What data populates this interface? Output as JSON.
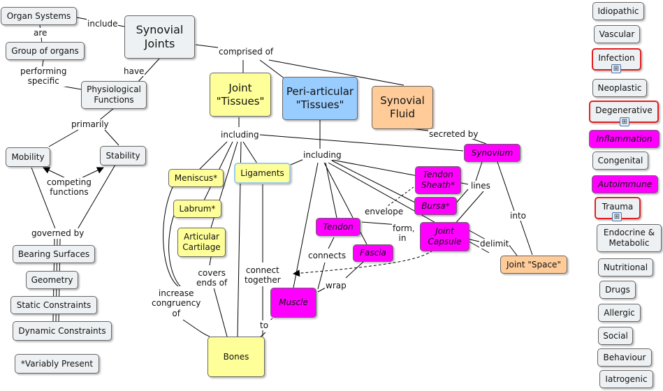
{
  "nodes": {
    "organ_systems": "Organ Systems",
    "group_of_organs": "Group of organs",
    "synovial_joints": "Synovial\nJoints",
    "physiological_functions": "Physiological\nFunctions",
    "mobility": "Mobility",
    "stability": "Stability",
    "joint_tissues": "Joint\n\"Tissues\"",
    "periarticular_tissues": "Peri-articular\n\"Tissues\"",
    "synovial_fluid": "Synovial\nFluid",
    "meniscus": "Meniscus*",
    "labrum": "Labrum*",
    "ligaments": "Ligaments",
    "articular_cartilage": "Articular\nCartilage",
    "synovium": "Synovium",
    "tendon_sheath": "Tendon\nSheath*",
    "bursa": "Bursa*",
    "tendon": "Tendon",
    "fascia": "Fascia",
    "joint_capsule": "Joint\nCapsule",
    "joint_space": "Joint \"Space\"",
    "muscle": "Muscle",
    "bones": "Bones",
    "bearing_surfaces": "Bearing Surfaces",
    "geometry": "Geometry",
    "static_constraints": "Static Constraints",
    "dynamic_constraints": "Dynamic Constraints",
    "variably_present": "*Variably Present"
  },
  "link_labels": {
    "include": "include",
    "are": "are",
    "performing_specific": "performing\nspecific",
    "have": "have",
    "comprised_of": "comprised of",
    "primarily": "primarily",
    "competing_functions": "competing\nfunctions",
    "governed_by": "governed by",
    "including_1": "including",
    "including_2": "including",
    "secreted_by": "secreted by",
    "lines": "lines",
    "envelope": "envelope",
    "form_in": "form\nin",
    "into": "into",
    "delimit": "delimit",
    "connects": "connects",
    "wrap": "wrap",
    "to": "to",
    "connect_together": "connect\ntogether",
    "covers_ends_of": "covers\nends of",
    "increase_congruency_of": "increase\ncongruency\nof"
  },
  "sidebar": [
    "Idiopathic",
    "Vascular",
    "Infection",
    "Neoplastic",
    "Degenerative",
    "Inflammation",
    "Congenital",
    "Autoimmune",
    "Trauma",
    "Endocrine &\nMetabolic",
    "Nutritional",
    "Drugs",
    "Allergic",
    "Social",
    "Behaviour",
    "Iatrogenic"
  ],
  "colors": {
    "gray": "#eef1f3",
    "yellow": "#ffff99",
    "blue": "#99ccff",
    "orange": "#ffcc99",
    "magenta": "#ff00ff",
    "red_border": "#e02020"
  },
  "icons": {
    "attachment": "concept-map-attachment-icon"
  }
}
